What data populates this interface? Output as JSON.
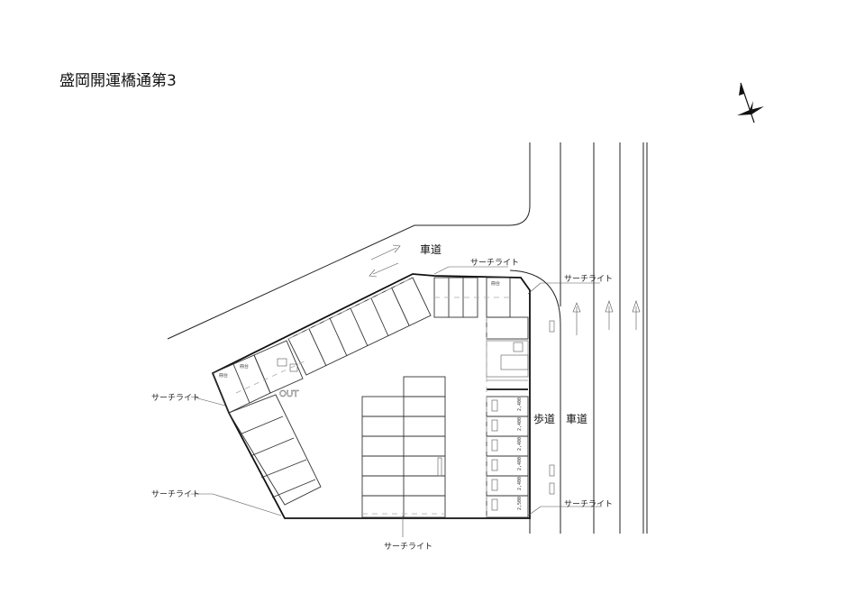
{
  "title": "盛岡開運橋通第3",
  "labels": {
    "searchlight": "サーチライト",
    "roadway": "車道",
    "sidewalk": "歩道",
    "out": "OUT",
    "booth_tag": "冊台"
  },
  "dimensions": [
    "2,400",
    "2,400",
    "2,400",
    "2,400",
    "2,400",
    "2,500"
  ]
}
